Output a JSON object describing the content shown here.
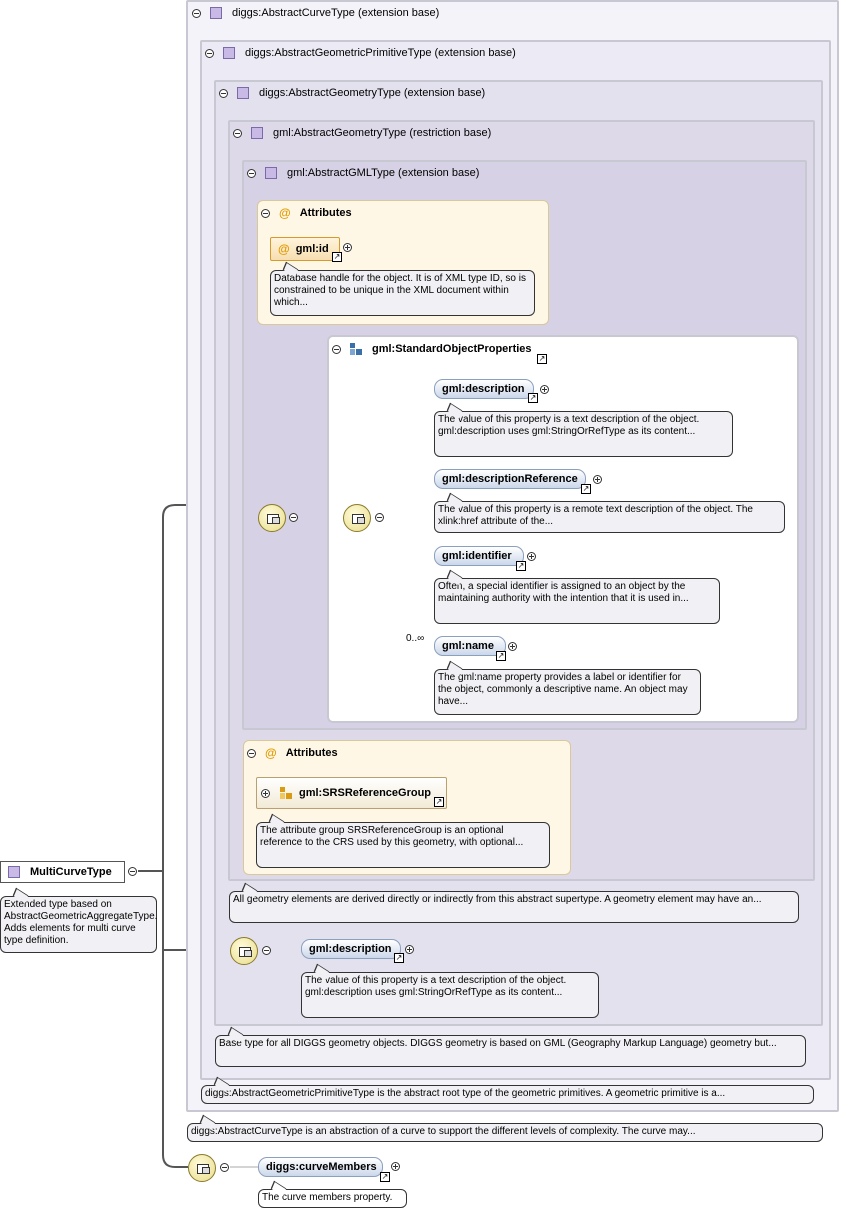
{
  "root_type": {
    "name": "MultiCurveType",
    "description": "Extended type based on AbstractGeometricAggregateType. Adds elements for multi curve type definition."
  },
  "bases": [
    {
      "label": "diggs:AbstractCurveType (extension base)",
      "description": "diggs:AbstractCurveType is an abstraction of a curve to support the different levels of complexity. The curve may..."
    },
    {
      "label": "diggs:AbstractGeometricPrimitiveType (extension base)",
      "description": "diggs:AbstractGeometricPrimitiveType is the abstract root type of the geometric primitives. A geometric primitive is a..."
    },
    {
      "label": "diggs:AbstractGeometryType (extension base)",
      "description": "Base type for all DIGGS geometry objects. DIGGS geometry is based on GML (Geography Markup Language) geometry but..."
    },
    {
      "label": "gml:AbstractGeometryType (restriction base)",
      "description": "All geometry elements are derived directly or indirectly from this abstract supertype. A geometry element may have an..."
    },
    {
      "label": "gml:AbstractGMLType (extension base)"
    }
  ],
  "gml_attributes": {
    "title": "Attributes",
    "items": [
      {
        "name": "gml:id",
        "description": "Database handle for the object. It is of XML type ID, so is constrained to be unique in the XML document within which..."
      }
    ]
  },
  "standard_object_properties": {
    "name": "gml:StandardObjectProperties",
    "elements": [
      {
        "name": "gml:description",
        "description": "The value of this property is a text description of the object. gml:description uses gml:StringOrRefType as its content..."
      },
      {
        "name": "gml:descriptionReference",
        "description": "The value of this property is a remote text description of the object. The xlink:href attribute of the..."
      },
      {
        "name": "gml:identifier",
        "description": "Often, a special identifier is assigned to an object by the maintaining authority with the intention that it is used in..."
      },
      {
        "name": "gml:name",
        "occurrence": "0..∞",
        "description": "The gml:name property provides a label or identifier for the object, commonly a descriptive name. An object may have..."
      }
    ]
  },
  "geometry_attributes": {
    "title": "Attributes",
    "group": "gml:SRSReferenceGroup",
    "description": "The attribute group SRSReferenceGroup is an optional reference to the CRS used by this geometry, with optional..."
  },
  "diggs_geometry_elements": [
    {
      "name": "gml:description",
      "description": "The value of this property is a text description of the object. gml:description uses gml:StringOrRefType as its content..."
    }
  ],
  "multicurve_elements": [
    {
      "name": "diggs:curveMembers",
      "description": "The curve members property."
    }
  ]
}
